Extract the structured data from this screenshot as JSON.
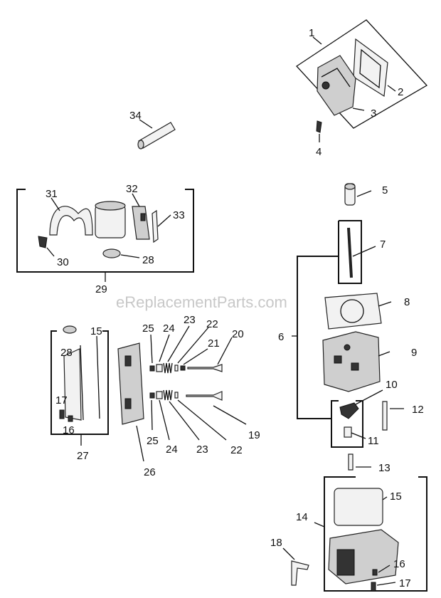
{
  "watermark": "eReplacementParts.com",
  "callouts": {
    "c1": "1",
    "c2": "2",
    "c3": "3",
    "c4": "4",
    "c5": "5",
    "c6": "6",
    "c7": "7",
    "c8": "8",
    "c9": "9",
    "c10": "10",
    "c11": "11",
    "c12": "12",
    "c13": "13",
    "c14": "14",
    "c15a": "15",
    "c15b": "15",
    "c16a": "16",
    "c16b": "16",
    "c17a": "17",
    "c17b": "17",
    "c18": "18",
    "c19": "19",
    "c20": "20",
    "c21": "21",
    "c22a": "22",
    "c22b": "22",
    "c23a": "23",
    "c23b": "23",
    "c24a": "24",
    "c24b": "24",
    "c25a": "25",
    "c25b": "25",
    "c26": "26",
    "c27": "27",
    "c28a": "28",
    "c28b": "28",
    "c29": "29",
    "c30": "30",
    "c31": "31",
    "c32": "32",
    "c33": "33",
    "c34": "34"
  }
}
